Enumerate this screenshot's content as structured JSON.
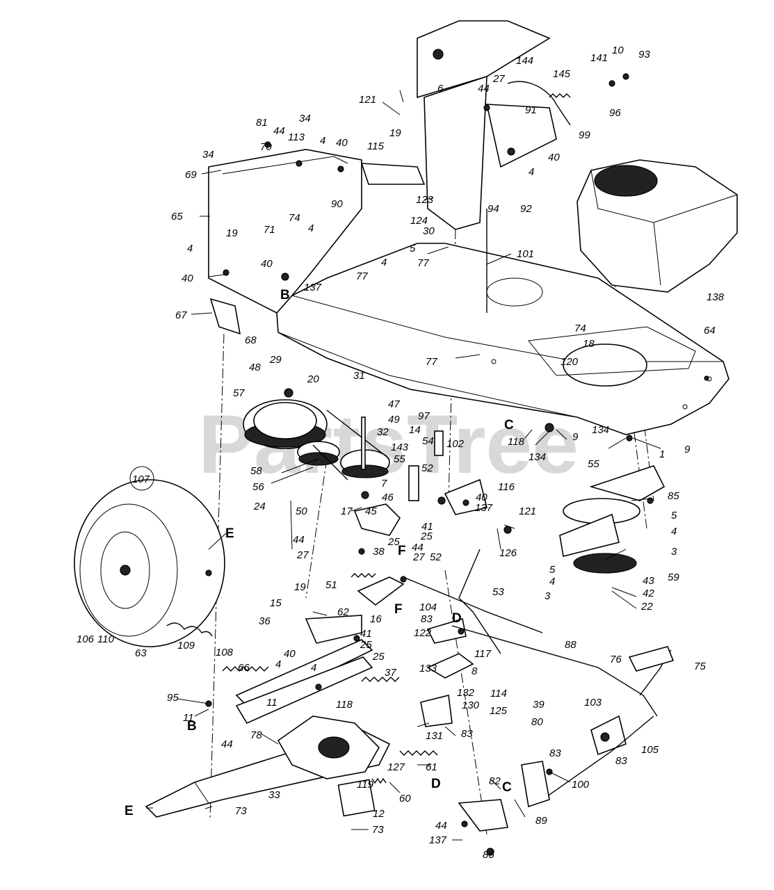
{
  "watermark": "PartsTree",
  "callout_circled": "107",
  "letters": {
    "B1": "B",
    "B2": "B",
    "C1": "C",
    "C2": "C",
    "D1": "D",
    "D2": "D",
    "E1": "E",
    "E2": "E",
    "F1": "F",
    "F2": "F"
  },
  "labels": {
    "p1": "1",
    "p3a": "3",
    "p3b": "3",
    "p4a": "4",
    "p4b": "4",
    "p4c": "4",
    "p4d": "4",
    "p4e": "4",
    "p4f": "4",
    "p4g": "4",
    "p4h": "4",
    "p4i": "4",
    "p5a": "5",
    "p5b": "5",
    "p5c": "5",
    "p6": "6",
    "p7": "7",
    "p8": "8",
    "p9a": "9",
    "p9b": "9",
    "p10": "10",
    "p11a": "11",
    "p11b": "11",
    "p12": "12",
    "p14": "14",
    "p15": "15",
    "p16": "16",
    "p17": "17",
    "p18": "18",
    "p19a": "19",
    "p19b": "19",
    "p19c": "19",
    "p20": "20",
    "p22": "22",
    "p24": "24",
    "p25a": "25",
    "p25b": "25",
    "p25c": "25",
    "p25d": "25",
    "p27a": "27",
    "p27b": "27",
    "p27c": "27",
    "p29": "29",
    "p30": "30",
    "p31": "31",
    "p32": "32",
    "p33": "33",
    "p34a": "34",
    "p34b": "34",
    "p36": "36",
    "p37": "37",
    "p38": "38",
    "p39": "39",
    "p40a": "40",
    "p40b": "40",
    "p40c": "40",
    "p40d": "40",
    "p40e": "40",
    "p40f": "40",
    "p41a": "41",
    "p41b": "41",
    "p42": "42",
    "p43": "43",
    "p44a": "44",
    "p44b": "44",
    "p44c": "44",
    "p44d": "44",
    "p44e": "44",
    "p44f": "44",
    "p45": "45",
    "p46": "46",
    "p47": "47",
    "p48": "48",
    "p49": "49",
    "p50": "50",
    "p51": "51",
    "p52a": "52",
    "p52b": "52",
    "p53": "53",
    "p54": "54",
    "p55a": "55",
    "p55b": "55",
    "p56": "56",
    "p57": "57",
    "p58": "58",
    "p59": "59",
    "p60": "60",
    "p61": "61",
    "p62": "62",
    "p63": "63",
    "p64": "64",
    "p65": "65",
    "p66": "66",
    "p67": "67",
    "p68": "68",
    "p69": "69",
    "p70": "70",
    "p71": "71",
    "p73a": "73",
    "p73b": "73",
    "p74a": "74",
    "p74b": "74",
    "p75": "75",
    "p76": "76",
    "p77a": "77",
    "p77b": "77",
    "p77c": "77",
    "p78": "78",
    "p80": "80",
    "p81": "81",
    "p82": "82",
    "p83a": "83",
    "p83b": "83",
    "p83c": "83",
    "p83d": "83",
    "p86": "86",
    "p85": "85",
    "p88": "88",
    "p89": "89",
    "p90": "90",
    "p91": "91",
    "p92": "92",
    "p93": "93",
    "p94": "94",
    "p95": "95",
    "p96": "96",
    "p97": "97",
    "p99": "99",
    "p100": "100",
    "p101": "101",
    "p102": "102",
    "p103": "103",
    "p104": "104",
    "p105": "105",
    "p106": "106",
    "p108": "108",
    "p109": "109",
    "p110": "110",
    "p113": "113",
    "p114": "114",
    "p115": "115",
    "p116": "116",
    "p117": "117",
    "p118a": "118",
    "p118b": "118",
    "p119": "119",
    "p120": "120",
    "p121a": "121",
    "p121b": "121",
    "p122": "122",
    "p123": "123",
    "p124": "124",
    "p125": "125",
    "p126": "126",
    "p127": "127",
    "p130": "130",
    "p131": "131",
    "p132": "132",
    "p133": "133",
    "p134a": "134",
    "p134b": "134",
    "p137a": "137",
    "p137b": "137",
    "p137c": "137",
    "p138": "138",
    "p141": "141",
    "p143": "143",
    "p144": "144",
    "p145": "145"
  }
}
